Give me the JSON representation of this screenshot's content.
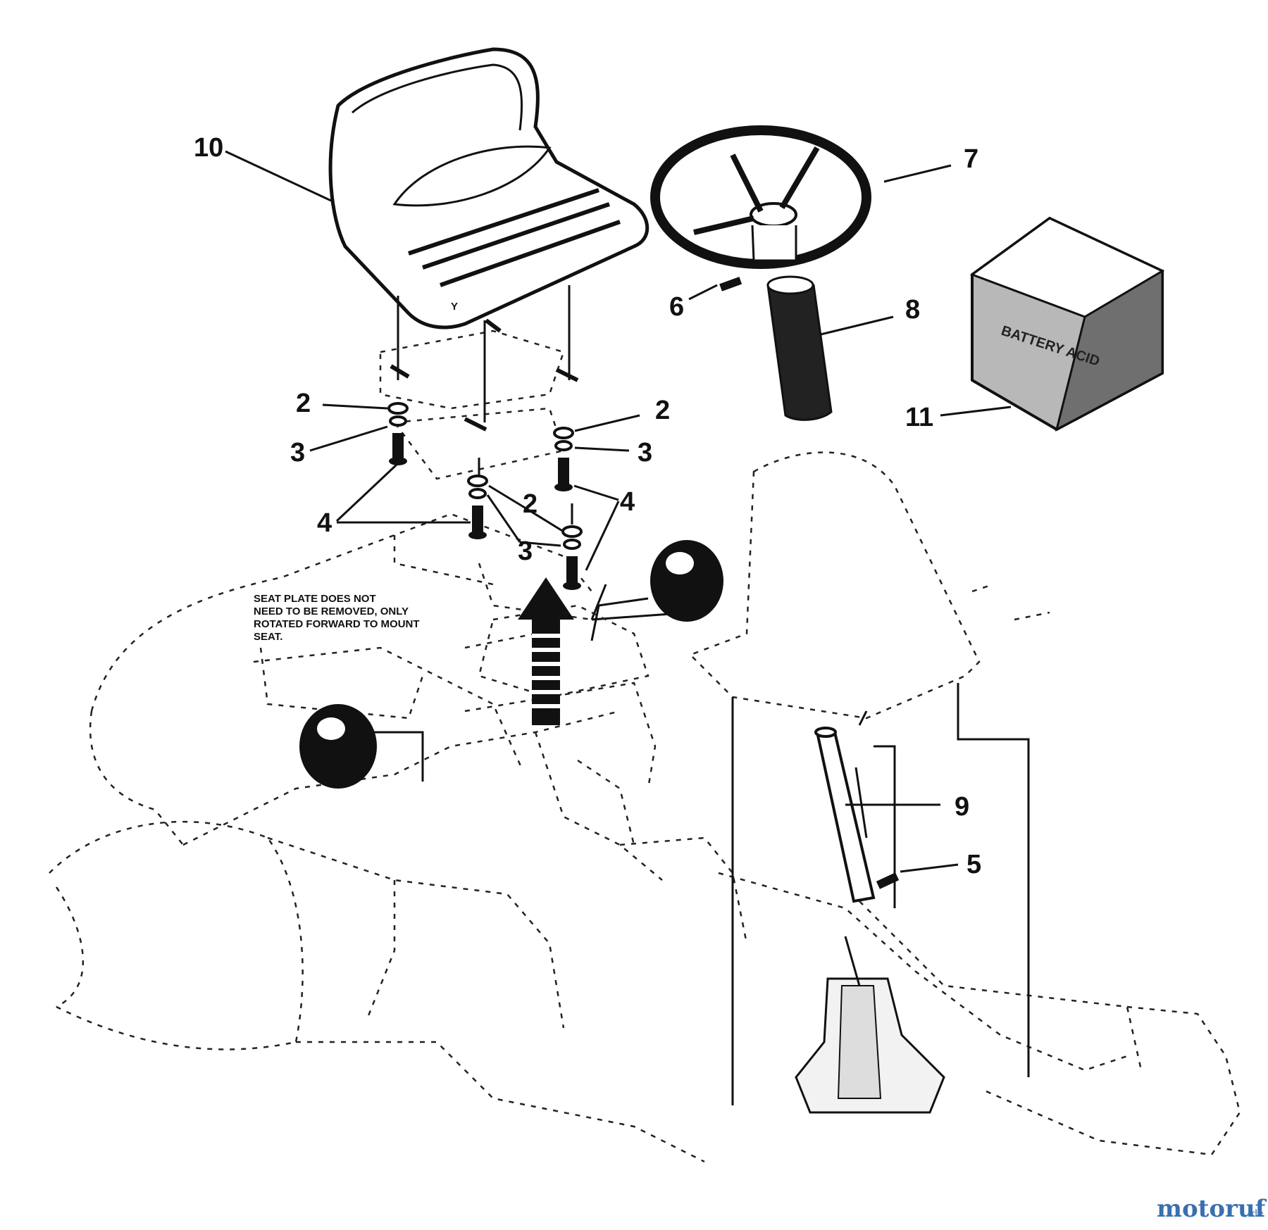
{
  "diagram": {
    "note_lines": [
      "SEAT PLATE DOES NOT",
      "NEED TO BE REMOVED, ONLY",
      "ROTATED FORWARD TO MOUNT",
      "SEAT."
    ],
    "seat_mark": "Y",
    "callouts": {
      "seat": "10",
      "steering_wheel": "7",
      "pin": "6",
      "grip": "8",
      "battery_box": "11",
      "washer_left": "2",
      "washer_right": "2",
      "washer_center": "2",
      "lockwasher_left": "3",
      "lockwasher_right": "3",
      "lockwasher_center": "3",
      "bolt_left": "4",
      "bolt_right": "4",
      "shaft": "9",
      "roll_pin": "5"
    },
    "battery_label": "BATTERY ACID"
  },
  "watermark": {
    "name": "motoruf",
    "suffix": ".de"
  }
}
